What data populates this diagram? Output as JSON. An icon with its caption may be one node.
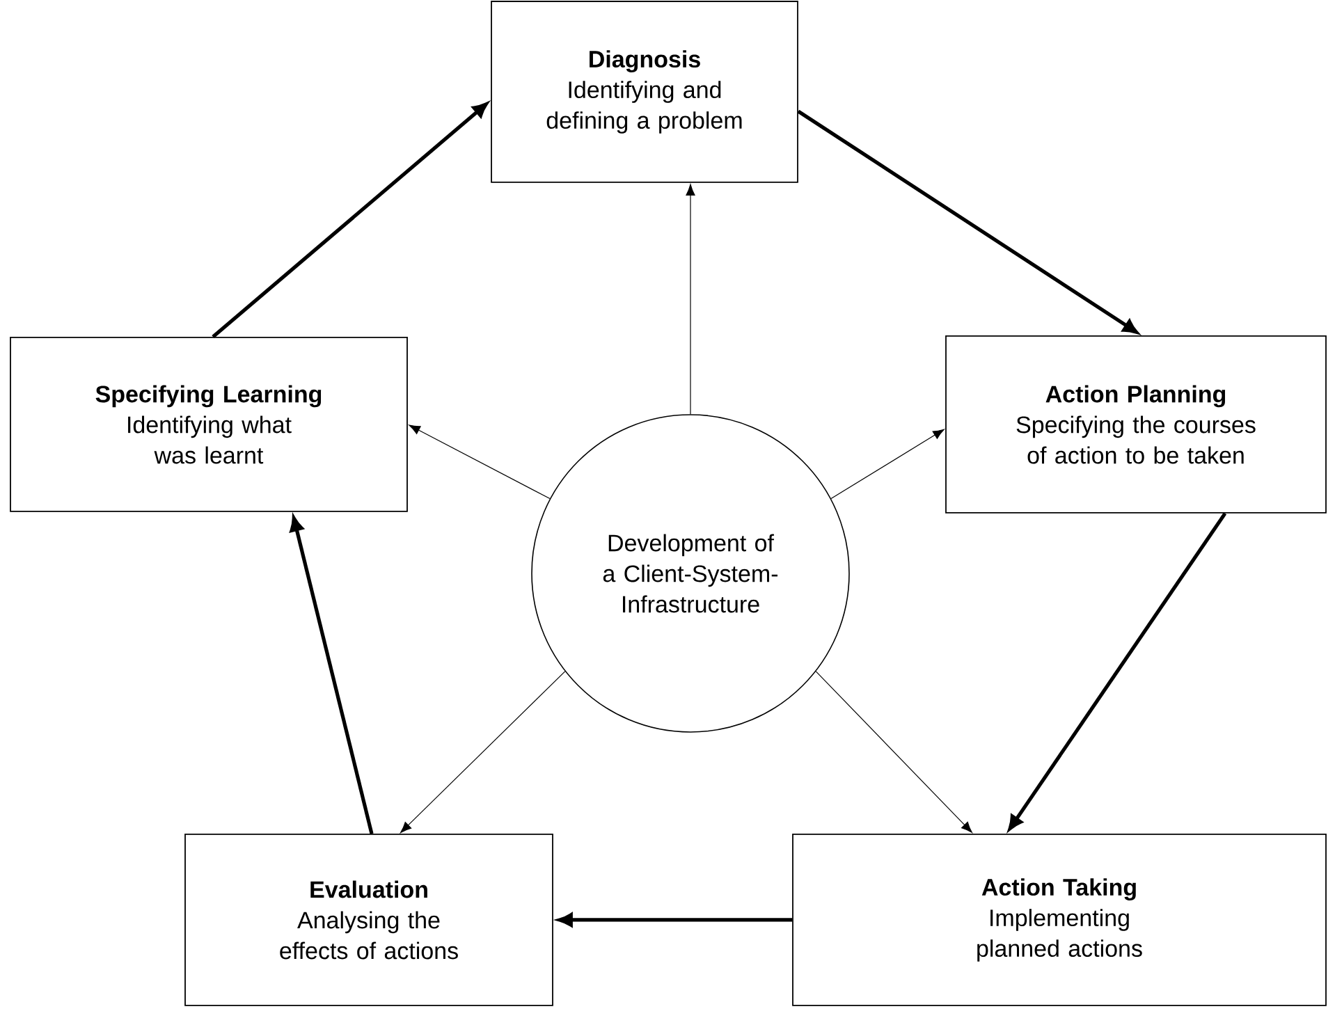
{
  "diagram": {
    "nodes": [
      {
        "text": [
          "Diagnosis",
          "Identifying and defining a problem"
        ]
      },
      {
        "text": [
          "Action Planning",
          "Specifying the courses of action to be taken"
        ]
      },
      {
        "text": [
          "Action Taking",
          "Implementing planned actions"
        ]
      },
      {
        "text": [
          "Evaluation",
          "Analysing the effects of actions"
        ]
      },
      {
        "text": [
          "Specifying Learning",
          "Identifying what was learnt"
        ]
      },
      {
        "text": [
          "Development of a Client-System-Infrastructure"
        ]
      }
    ],
    "edges": [
      {
        "from": 0,
        "to": 1,
        "arrow": "to",
        "style": "thick"
      },
      {
        "from": 1,
        "to": 2,
        "arrow": "to",
        "style": "thick"
      },
      {
        "from": 2,
        "to": 3,
        "arrow": "to",
        "style": "thick"
      },
      {
        "from": 3,
        "to": 4,
        "arrow": "to",
        "style": "thick"
      },
      {
        "from": 4,
        "to": 0,
        "arrow": "to",
        "style": "thick"
      },
      {
        "from": 5,
        "to": 0,
        "arrow": "to"
      },
      {
        "from": 5,
        "to": 1,
        "arrow": "to"
      },
      {
        "from": 5,
        "to": 2,
        "arrow": "to"
      },
      {
        "from": 5,
        "to": 3,
        "arrow": "to"
      },
      {
        "from": 5,
        "to": 4,
        "arrow": "to"
      }
    ]
  }
}
